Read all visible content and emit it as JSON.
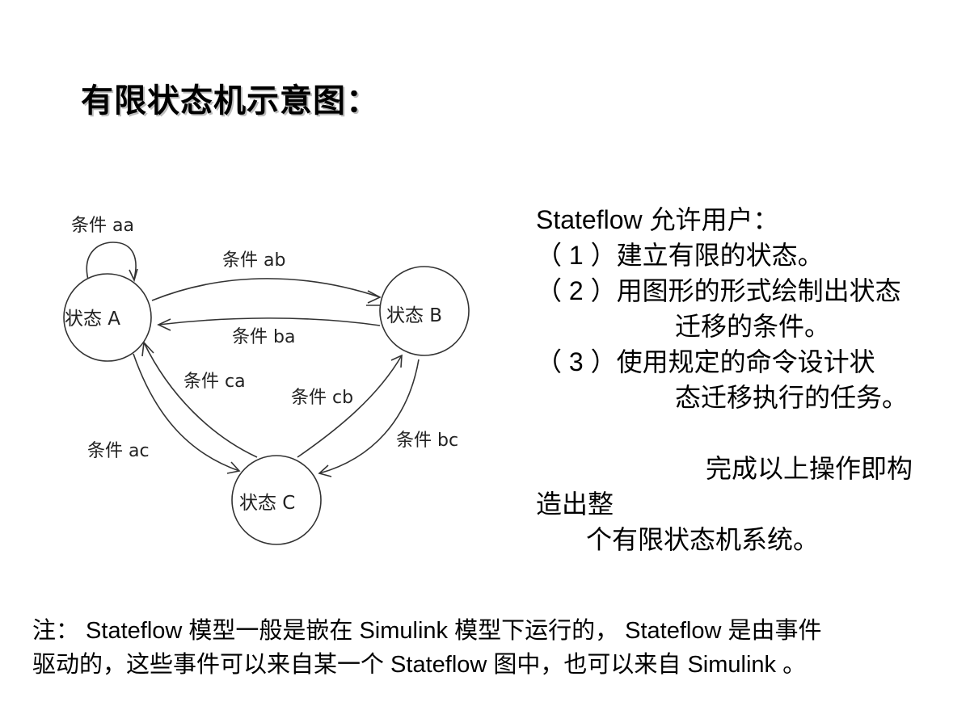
{
  "title": "有限状态机示意图：",
  "diagram": {
    "states": {
      "a": "状态 A",
      "b": "状态 B",
      "c": "状态 C"
    },
    "conditions": {
      "aa": "条件 aa",
      "ab": "条件 ab",
      "ba": "条件 ba",
      "ca": "条件 ca",
      "cb": "条件 cb",
      "ac": "条件 ac",
      "bc": "条件 bc"
    }
  },
  "description": {
    "intro": "Stateflow 允许用户：",
    "item1": "（ 1 ）建立有限的状态。",
    "item2_line1": "（ 2 ）用图形的形式绘制出状态",
    "item2_line2": "迁移的条件。",
    "item3_line1": "（ 3 ）使用规定的命令设计状",
    "item3_line2": "态迁移执行的任务。",
    "summary_line1": "完成以上操作即构",
    "summary_line2": "造出整",
    "summary_line3": "个有限状态机系统。"
  },
  "note": {
    "line1": "注： Stateflow  模型一般是嵌在 Simulink  模型下运行的， Stateflow  是由事件",
    "line2": "驱动的，这些事件可以来自某一个 Stateflow  图中，也可以来自 Simulink 。"
  },
  "colors": {
    "background": "#ffffff",
    "text": "#000000",
    "diagram_stroke": "#333333",
    "title_shadow": "#bdbdbd"
  }
}
